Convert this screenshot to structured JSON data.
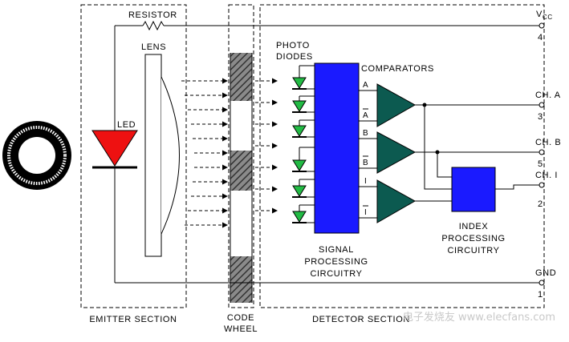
{
  "labels": {
    "resistor": "RESISTOR",
    "lens": "LENS",
    "led": "LED",
    "photo": "PHOTO",
    "diodes": "DIODES",
    "comparators": "COMPARATORS",
    "a": "A",
    "a_bar": "A",
    "b": "B",
    "b_bar": "B",
    "i": "I",
    "i_bar": "I",
    "signal1": "SIGNAL",
    "signal2": "PROCESSING",
    "signal3": "CIRCUITRY",
    "index1": "INDEX",
    "index2": "PROCESSING",
    "index3": "CIRCUITRY",
    "vcc_v": "V",
    "vcc_sub": "CC",
    "pin4": "4",
    "ch_a": "CH. A",
    "pin3": "3",
    "ch_b": "CH. B",
    "pin5": "5",
    "ch_i": "CH. I",
    "pin2": "2",
    "gnd": "GND",
    "pin1": "1",
    "emitter_section": "EMITTER SECTION",
    "code": "CODE",
    "wheel": "WHEEL",
    "detector_section": "DETECTOR SECTION",
    "watermark": "电子发烧友 www.elecfans.com"
  },
  "colors": {
    "led": "#ee1111",
    "diode": "#22bb44",
    "signal_block": "#1a1aff",
    "comparator": "#0c5a50",
    "index_block": "#1a1aff",
    "wheel_hatch": "#555555"
  }
}
